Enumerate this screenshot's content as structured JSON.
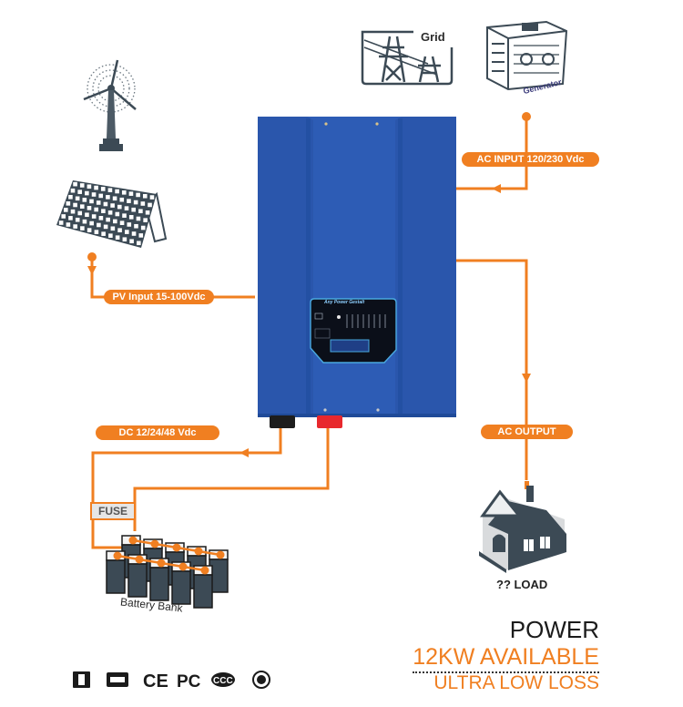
{
  "sources": {
    "grid_label": "Grid",
    "generator_label": "Generator"
  },
  "connections": {
    "ac_input_label": "AC INPUT 120/230 Vdc",
    "pv_input_label": "PV Input 15-100Vdc",
    "dc_label": "DC 12/24/48 Vdc",
    "ac_output_label": "AC OUTPUT",
    "fuse_label": "FUSE"
  },
  "inverter": {
    "brand_text": "Any Power Gestalt"
  },
  "battery": {
    "label": "Battery Bank"
  },
  "load": {
    "label": "?? LOAD"
  },
  "headline": {
    "line1": "POWER",
    "line2": "12KW AVAILABLE",
    "line3": "ULTRA LOW LOSS"
  },
  "certifications": [
    "recycle-bin-icon",
    "gs-mark-icon",
    "ce-mark-icon",
    "pct-mark-icon",
    "ccc-mark-icon",
    "seal-icon"
  ],
  "colors": {
    "wire": "#f07f21",
    "inverter_body": "#2f5fb8",
    "icon_dark": "#3c4a55",
    "text_dark": "#1b1b1b"
  }
}
